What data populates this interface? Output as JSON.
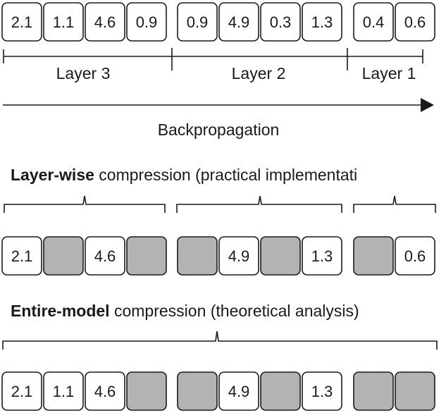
{
  "layer_labels": [
    "Layer 3",
    "Layer 2",
    "Layer 1"
  ],
  "arrow_label": "Backpropagation",
  "layerwise": {
    "title_bold": "Layer-wise",
    "title_rest": " compression (practical implementati"
  },
  "entire": {
    "title_bold": "Entire-model",
    "title_rest": " compression (theoretical analysis)"
  },
  "rows": {
    "original": [
      [
        "2.1",
        "1.1",
        "4.6",
        "0.9"
      ],
      [
        "0.9",
        "4.9",
        "0.3",
        "1.3"
      ],
      [
        "0.4",
        "0.6"
      ]
    ],
    "layerwise": [
      [
        "2.1",
        null,
        "4.6",
        null
      ],
      [
        null,
        "4.9",
        null,
        "1.3"
      ],
      [
        null,
        "0.6"
      ]
    ],
    "entire": [
      [
        "2.1",
        "1.1",
        "4.6",
        null
      ],
      [
        null,
        "4.9",
        null,
        "1.3"
      ],
      [
        null,
        null
      ]
    ]
  },
  "colors": {
    "kept_fill": "#ffffff",
    "pruned_fill": "#b3b3b3",
    "stroke": "#1a1a1a"
  }
}
